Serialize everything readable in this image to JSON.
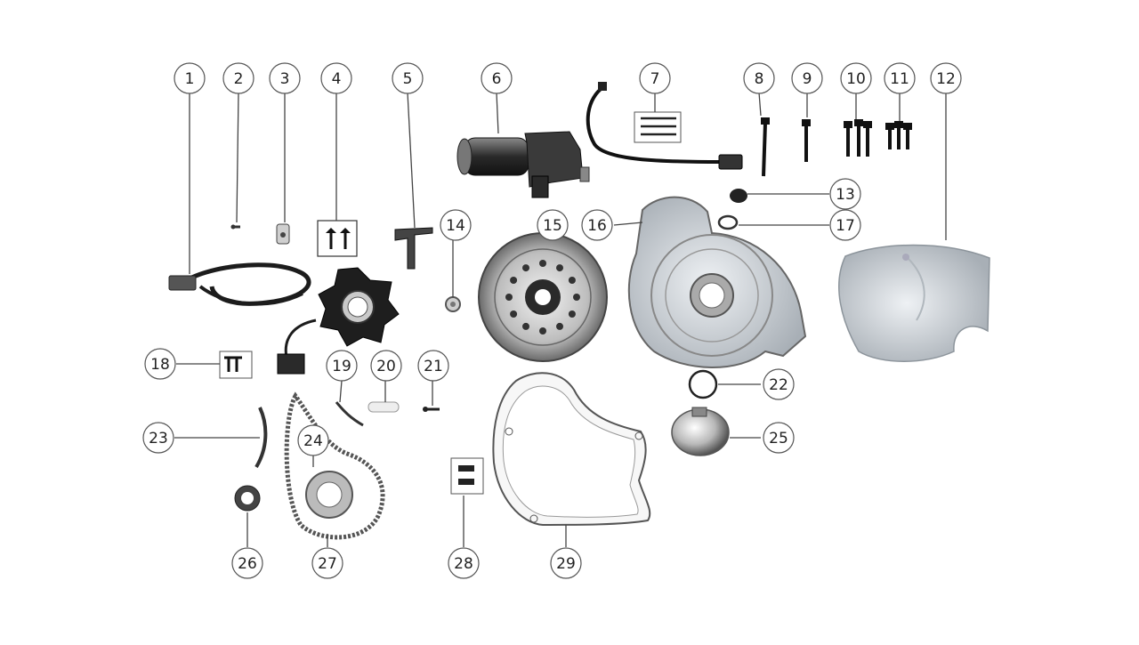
{
  "labels": {
    "c1": "1",
    "c2": "2",
    "c3": "3",
    "c4": "4",
    "c5": "5",
    "c6": "6",
    "c7": "7",
    "c8": "8",
    "c9": "9",
    "c10": "10",
    "c11": "11",
    "c12": "12",
    "c13": "13",
    "c14": "14",
    "c15": "15",
    "c16": "16",
    "c17": "17",
    "c18": "18",
    "c19": "19",
    "c20": "20",
    "c21": "21",
    "c22": "22",
    "c23": "23",
    "c24": "24",
    "c25": "25",
    "c26": "26",
    "c27": "27",
    "c28": "28",
    "c29": "29"
  },
  "colors": {
    "metal_light": "#d8dde2",
    "metal_dark": "#555a60",
    "black": "#1c1c1c",
    "cover": "#e6ebf0"
  }
}
